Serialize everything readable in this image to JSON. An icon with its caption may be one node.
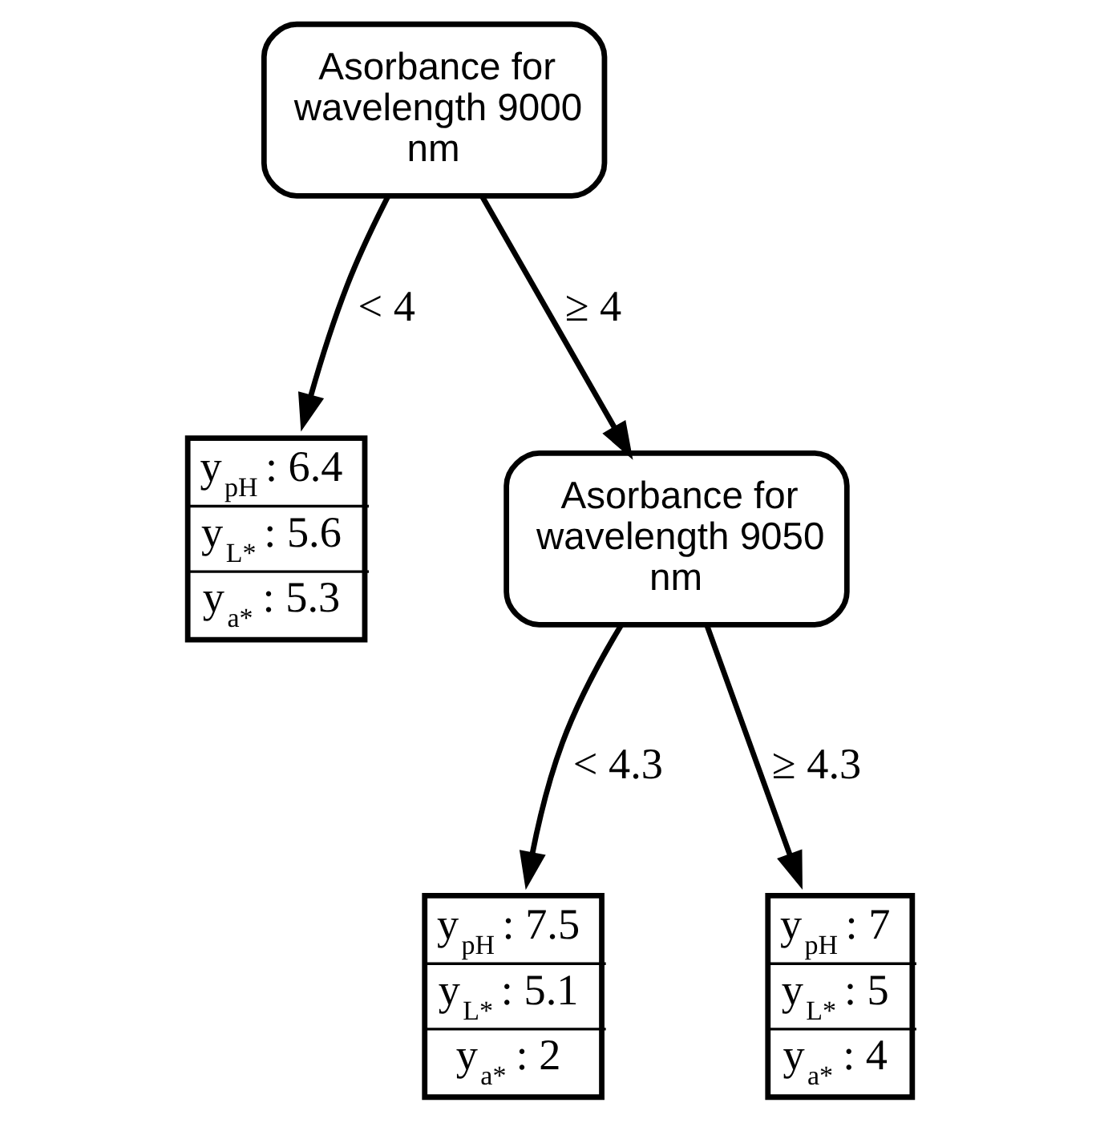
{
  "diagram": {
    "nodes": [
      {
        "text": [
          "Asorbance for wavelength 9000 nm"
        ]
      },
      {
        "text": [
          "y$_{pH}$ : 6.4",
          "y$_{L*}$ : 5.6",
          "y$_{a*}$ : 5.3"
        ]
      },
      {
        "text": [
          "Asorbance for wavelength 9050 nm"
        ]
      },
      {
        "text": [
          "y$_{pH}$ : 7.5",
          "y$_{L*}$ : 5.1",
          "y$_{a*}$ : 2"
        ]
      },
      {
        "text": [
          "y$_{pH}$ : 7",
          "y$_{L*}$ : 5",
          "y$_{a*}$ : 4"
        ]
      }
    ],
    "edges": [
      {
        "from": 0,
        "to": 1,
        "arrow": "to",
        "label": "< 4"
      },
      {
        "from": 0,
        "to": 2,
        "arrow": "to",
        "label": "≥ 4"
      },
      {
        "from": 2,
        "to": 3,
        "arrow": "to",
        "label": "< 4.3"
      },
      {
        "from": 2,
        "to": 4,
        "arrow": "to",
        "label": "≥ 4.3"
      }
    ]
  }
}
